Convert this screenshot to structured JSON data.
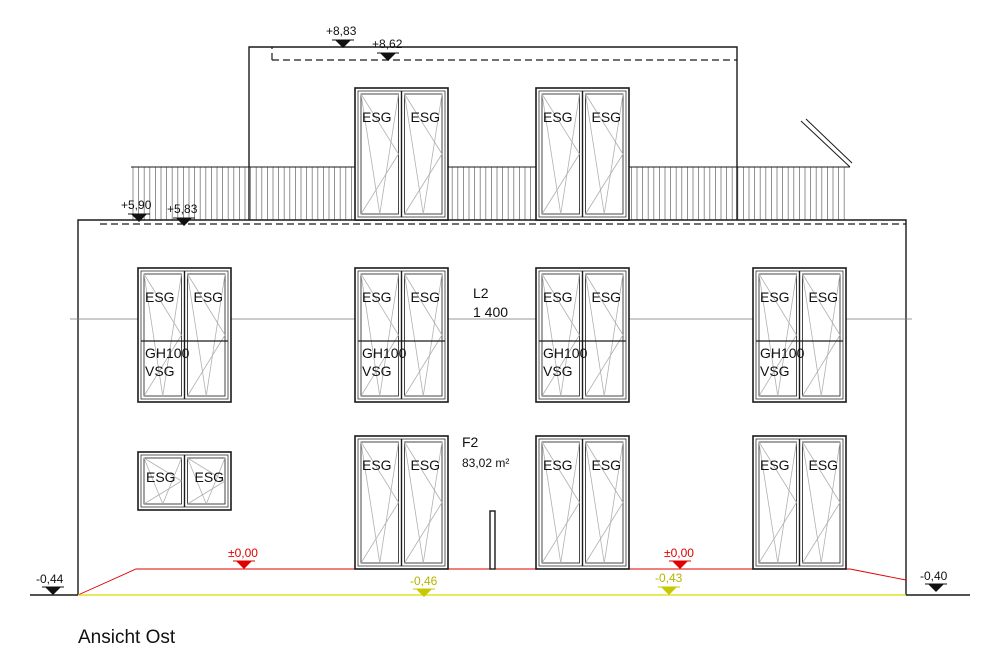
{
  "title": "Ansicht Ost",
  "colors": {
    "line": "#1a1a1a",
    "frame": "#333333",
    "glazing": "#b0b0b0",
    "zero_level": "#e00000",
    "terrain": "#dcdc00",
    "terrain_marker": "#c8c800",
    "terrain_text": "#b5b500",
    "railing": "#777777"
  },
  "levels": {
    "top_parapet": "+8,83",
    "top_roof": "+8,62",
    "main_parapet": "+5,90",
    "main_roof": "+5,83",
    "ground_zero_left": "±0,00",
    "ground_zero_right": "±0,00",
    "terrain_left_mid": "-0,46",
    "terrain_right_mid": "-0,43",
    "terrain_left_edge": "-0,44",
    "terrain_right_edge": "-0,40"
  },
  "room_labels": {
    "upper_room_name": "L2",
    "upper_room_value": "1 400",
    "lower_room_name": "F2",
    "lower_room_area": "83,02 m²"
  },
  "glass_labels": {
    "esg": "ESG",
    "gh100": "GH100",
    "vsg": "VSG"
  }
}
